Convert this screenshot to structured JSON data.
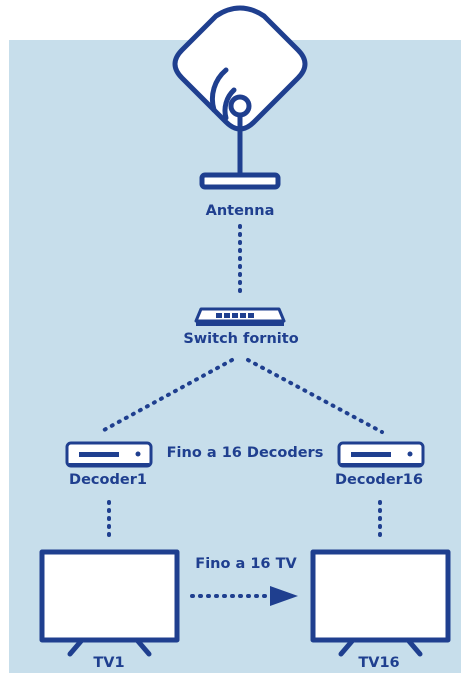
{
  "labels": {
    "antenna": "Antenna",
    "switch": "Switch fornito",
    "decoder_left": "Decoder1",
    "decoder_right": "Decoder16",
    "decoders_note": "Fino a 16 Decoders",
    "tv_note": "Fino a 16 TV",
    "tv_left": "TV1",
    "tv_right": "TV16"
  },
  "colors": {
    "background": "#c7deeb",
    "stroke": "#1f3f8f",
    "fill": "#ffffff"
  },
  "icons": [
    "antenna-icon",
    "switch-icon",
    "decoder-icon",
    "tv-icon",
    "arrow-right-icon"
  ]
}
